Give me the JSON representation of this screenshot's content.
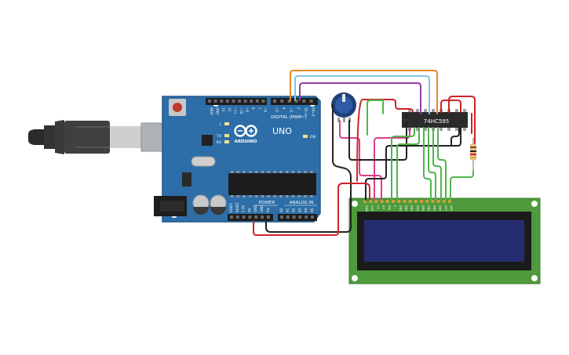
{
  "arduino": {
    "brand": "ARDUINO",
    "model": "UNO",
    "digital_header_label": "DIGITAL (PWM~)",
    "power_label": "POWER",
    "analog_label": "ANALOG IN",
    "on_label": "ON",
    "led_labels": [
      "L",
      "TX",
      "RX"
    ],
    "digital_pins": [
      "AREF",
      "GND",
      "13",
      "12",
      "~11",
      "~10",
      "~9",
      "8",
      "7",
      "~6",
      "~5",
      "4",
      "~3",
      "2",
      "TX→1",
      "RX←0"
    ],
    "power_pins": [
      "IOREF",
      "RESET",
      "3.3V",
      "5V",
      "GND",
      "GND",
      "Vin"
    ],
    "analog_pins": [
      "A0",
      "A1",
      "A2",
      "A3",
      "A4",
      "A5"
    ]
  },
  "shift_register": {
    "label": "74HC595"
  },
  "lcd": {
    "pin_labels": [
      "GND",
      "VCC",
      "V0",
      "RS",
      "RW",
      "E",
      "DB0",
      "DB1",
      "DB2",
      "DB3",
      "DB4",
      "DB5",
      "DB6",
      "DB7",
      "LED",
      "LED"
    ]
  },
  "colors": {
    "board": "#2d6ea8",
    "wire_orange": "#e58a1f",
    "wire_blue": "#7ec3e6",
    "wire_purple": "#8e3fa4",
    "wire_red": "#d0232a",
    "wire_green": "#4fb64a",
    "wire_black": "#222222",
    "wire_pink": "#d93f88",
    "lcd_pcb": "#4e9a3c",
    "lcd_screen": "#262d6f"
  }
}
